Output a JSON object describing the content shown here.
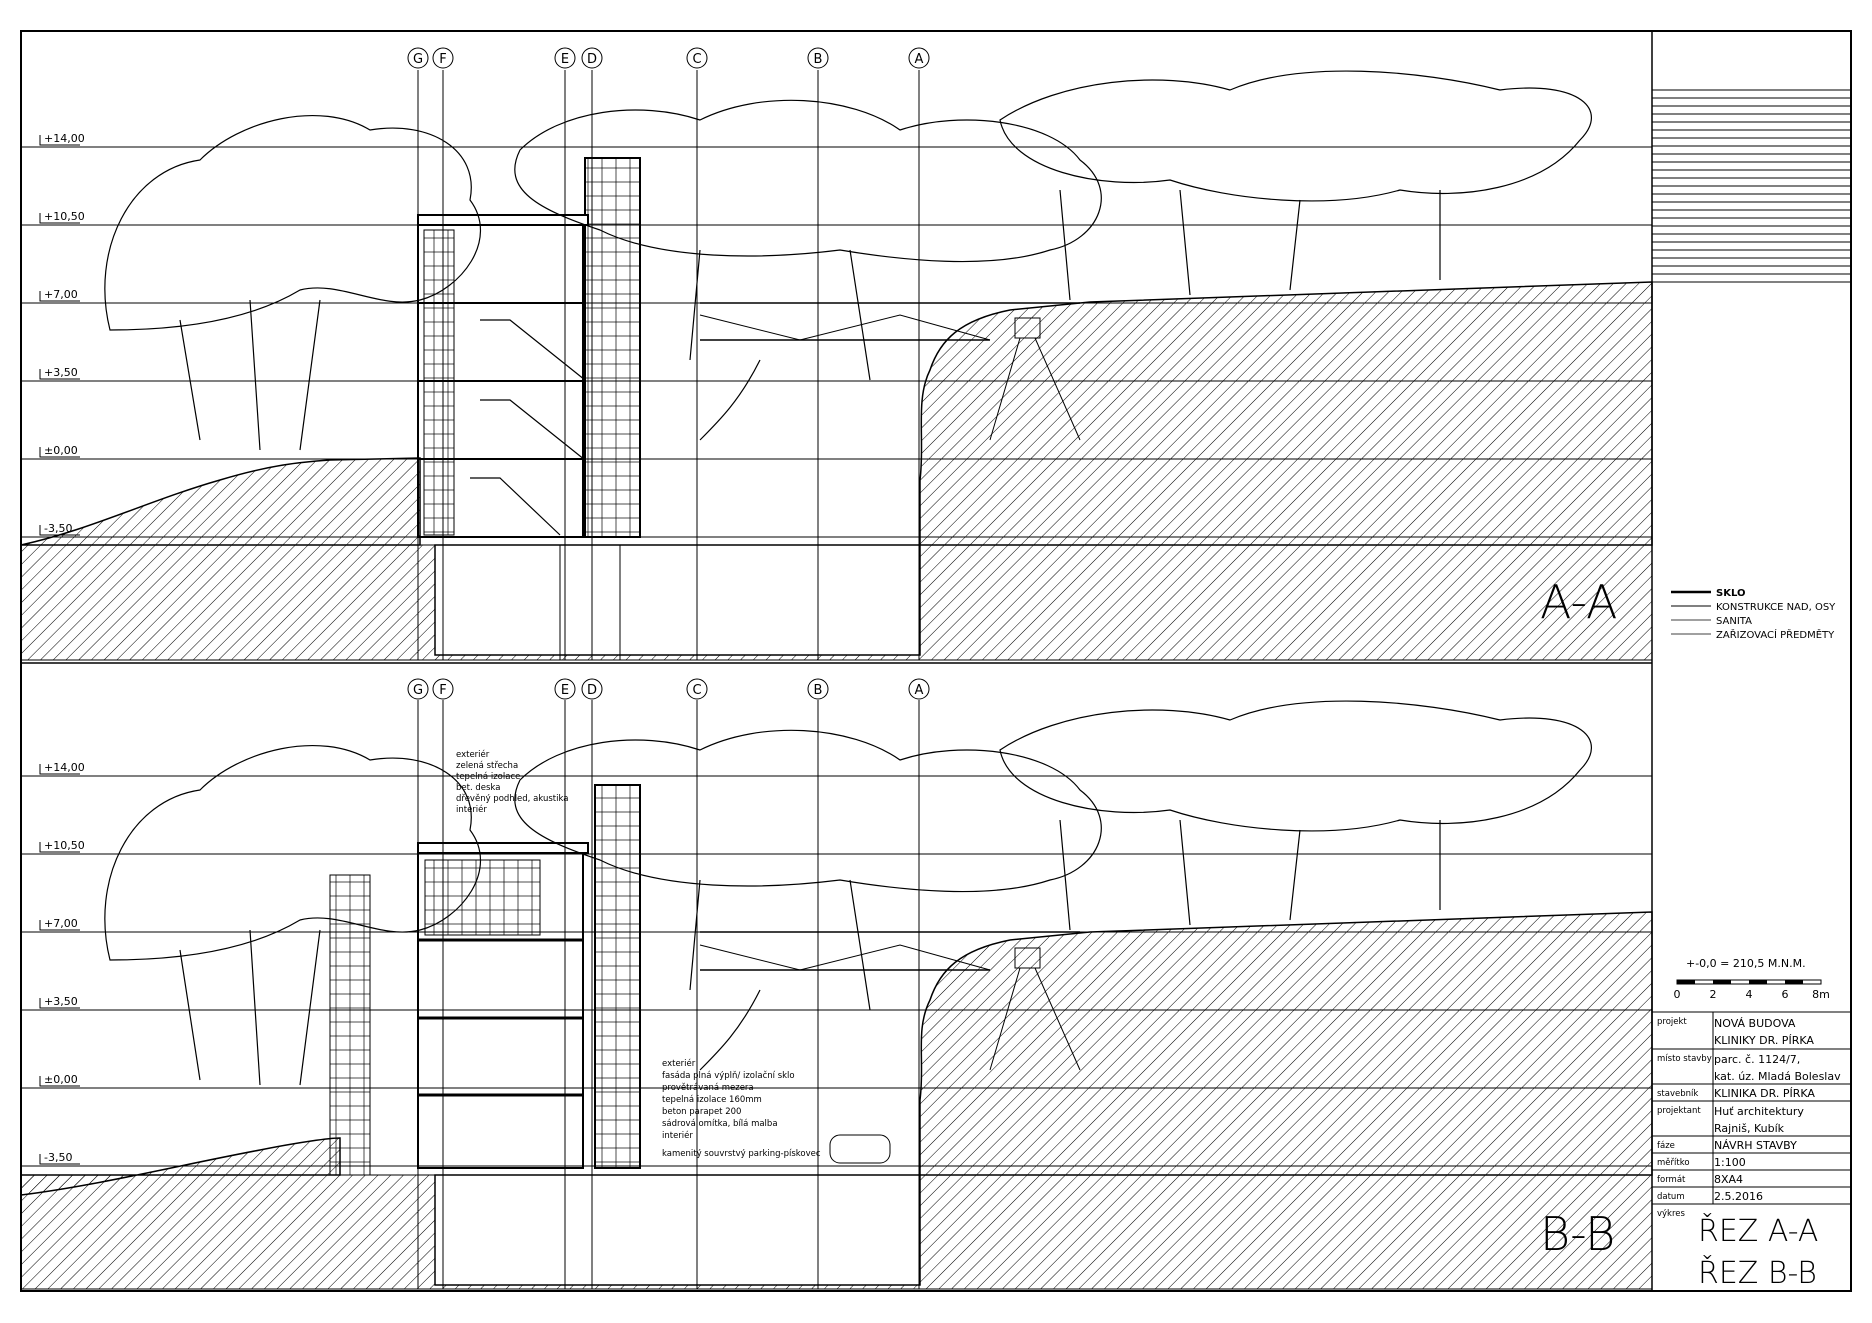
{
  "section_aa": {
    "label": "A-A",
    "axes": [
      "G",
      "F",
      "E",
      "D",
      "C",
      "B",
      "A"
    ],
    "levels": [
      "+14,00",
      "+10,50",
      "+7,00",
      "+3,50",
      "±0,00",
      "-3,50"
    ]
  },
  "section_bb": {
    "label": "B-B",
    "axes": [
      "G",
      "F",
      "E",
      "D",
      "C",
      "B",
      "A"
    ],
    "levels": [
      "+14,00",
      "+10,50",
      "+7,00",
      "+3,50",
      "±0,00",
      "-3,50"
    ],
    "roof_layers": [
      "exteriér",
      "zelená střecha",
      "tepelná izolace",
      "bet. deska",
      "dřevěný podhled, akustika",
      "interiér"
    ],
    "wall_layers": [
      "exteriér",
      "fasáda plná výplň/ izolační sklo",
      "provětrávaná mezera",
      "tepelná izolace 160mm",
      "beton parapet 200",
      "sádrová omítka, bílá malba",
      "interiér"
    ],
    "ground_note": "kamenitý souvrstvý parking-pískovec"
  },
  "legend": {
    "items": [
      "SKLO",
      "KONSTRUKCE NAD, OSY",
      "SANITA",
      "ZAŘIZOVACÍ PŘEDMĚTY"
    ]
  },
  "scale": {
    "datum": "+-0,0 = 210,5 M.N.M.",
    "ticks": [
      "0",
      "2",
      "4",
      "6",
      "8m"
    ]
  },
  "title_block": {
    "rows": [
      {
        "label": "projekt",
        "lines": [
          "NOVÁ BUDOVA",
          "KLINIKY DR. PÍRKA"
        ]
      },
      {
        "label": "místo stavby",
        "lines": [
          "parc. č. 1124/7,",
          "kat. úz. Mladá Boleslav"
        ]
      },
      {
        "label": "stavebník",
        "lines": [
          "KLINIKA DR. PÍRKA"
        ]
      },
      {
        "label": "projektant",
        "lines": [
          "Huť architektury",
          "Rajniš, Kubík"
        ]
      },
      {
        "label": "fáze",
        "lines": [
          "NÁVRH STAVBY"
        ]
      },
      {
        "label": "měřítko",
        "lines": [
          "1:100"
        ]
      },
      {
        "label": "formát",
        "lines": [
          "8XA4"
        ]
      },
      {
        "label": "datum",
        "lines": [
          "2.5.2016"
        ]
      }
    ],
    "drawing_label": "výkres",
    "drawing_title": [
      "ŘEZ A-A",
      "ŘEZ B-B"
    ]
  }
}
